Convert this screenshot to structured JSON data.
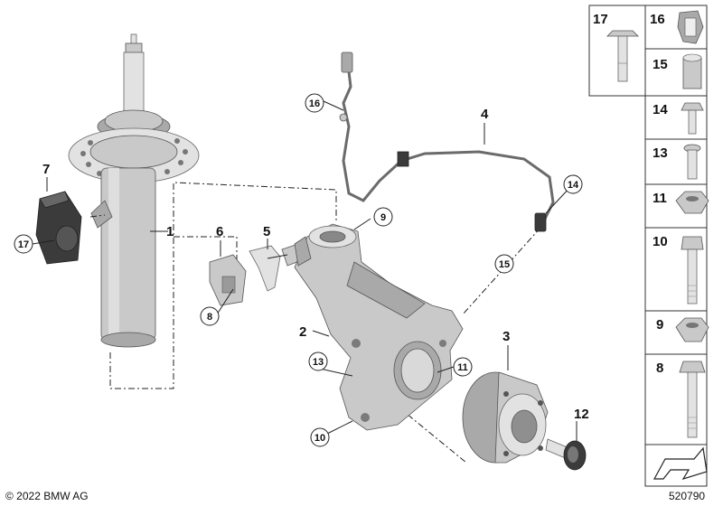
{
  "callouts": {
    "c1": "1",
    "c2": "2",
    "c3": "3",
    "c4": "4",
    "c5": "5",
    "c6": "6",
    "c7": "7",
    "c8": "8",
    "c9": "9",
    "c10": "10",
    "c11": "11",
    "c12": "12",
    "c13": "13",
    "c14": "14",
    "c15": "15",
    "c16": "16",
    "c17": "17"
  },
  "parts_panel": [
    {
      "label": "17",
      "icon": "flange-bolt-icon"
    },
    {
      "label": "16",
      "icon": "clip-icon"
    },
    {
      "label": "15",
      "icon": "sleeve-icon"
    },
    {
      "label": "14",
      "icon": "hex-flange-bolt-icon"
    },
    {
      "label": "13",
      "icon": "torx-bolt-icon"
    },
    {
      "label": "11",
      "icon": "hex-nut-icon"
    },
    {
      "label": "10",
      "icon": "long-bolt-icon"
    },
    {
      "label": "9",
      "icon": "hex-nut-icon"
    },
    {
      "label": "8",
      "icon": "long-hex-bolt-icon"
    }
  ],
  "footer": {
    "copyright": "© 2022 BMW AG",
    "diagram_id": "520790"
  },
  "colors": {
    "part_gray": "#c9c9c9",
    "line": "#222222",
    "background": "#ffffff"
  }
}
